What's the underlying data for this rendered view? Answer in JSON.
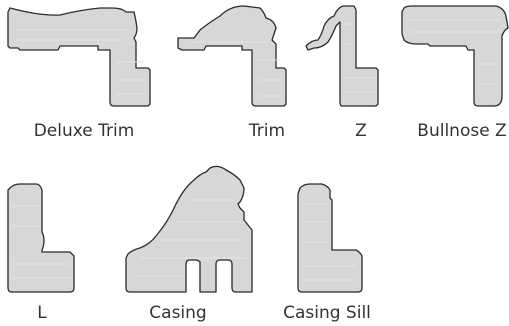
{
  "profiles": [
    {
      "label": "Deluxe Trim"
    },
    {
      "label": "Trim"
    },
    {
      "label": "Z"
    },
    {
      "label": "Bullnose Z"
    },
    {
      "label": "L"
    },
    {
      "label": "Casing"
    },
    {
      "label": "Casing Sill"
    }
  ]
}
